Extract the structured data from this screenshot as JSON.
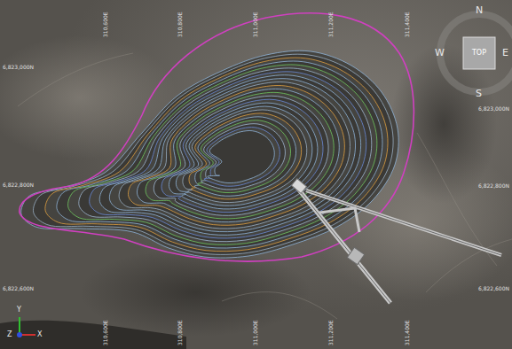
{
  "diagram": {
    "labels": [
      "N",
      "W",
      "E",
      "S",
      "TOP",
      "6,823,000N",
      "6,822,800N",
      "6,822,600N",
      "6,823,000N",
      "6,822,800N",
      "6,822,600N",
      "310,600E",
      "310,800E",
      "311,000E",
      "311,200E",
      "311,400E",
      "310,600E",
      "310,800E",
      "311,000E",
      "311,200E",
      "311,400E",
      "Y",
      "Z",
      "X"
    ]
  }
}
